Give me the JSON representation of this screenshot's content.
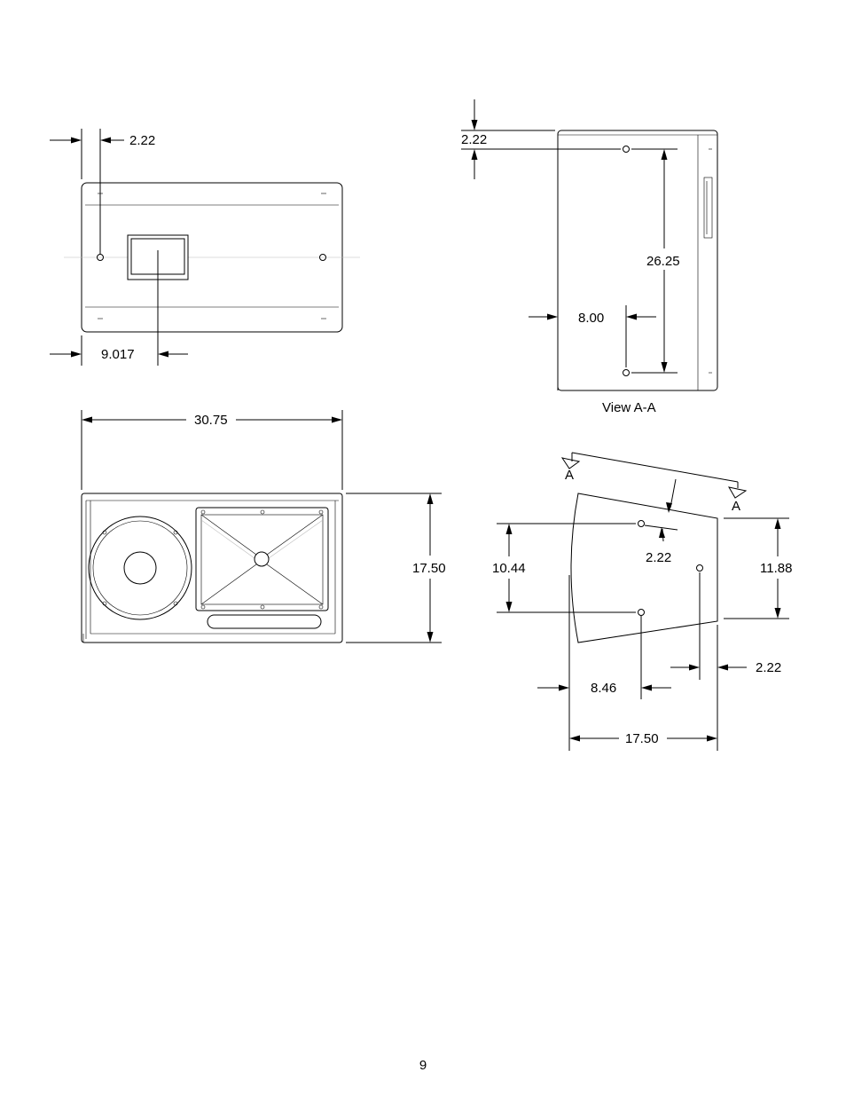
{
  "dimensions": {
    "top_view_offset": "2.22",
    "top_view_depth": "9.017",
    "front_width": "30.75",
    "front_height": "17.50",
    "view_aa_top": "2.22",
    "view_aa_spacing": "26.25",
    "view_aa_depth": "8.00",
    "side_spacing": "10.44",
    "side_offset": "2.22",
    "side_height": "11.88",
    "side_right_offset": "2.22",
    "side_depth": "8.46",
    "side_width": "17.50"
  },
  "labels": {
    "view_aa_caption": "View A-A",
    "section_marker_left": "A",
    "section_marker_right": "A"
  },
  "page_number": "9"
}
